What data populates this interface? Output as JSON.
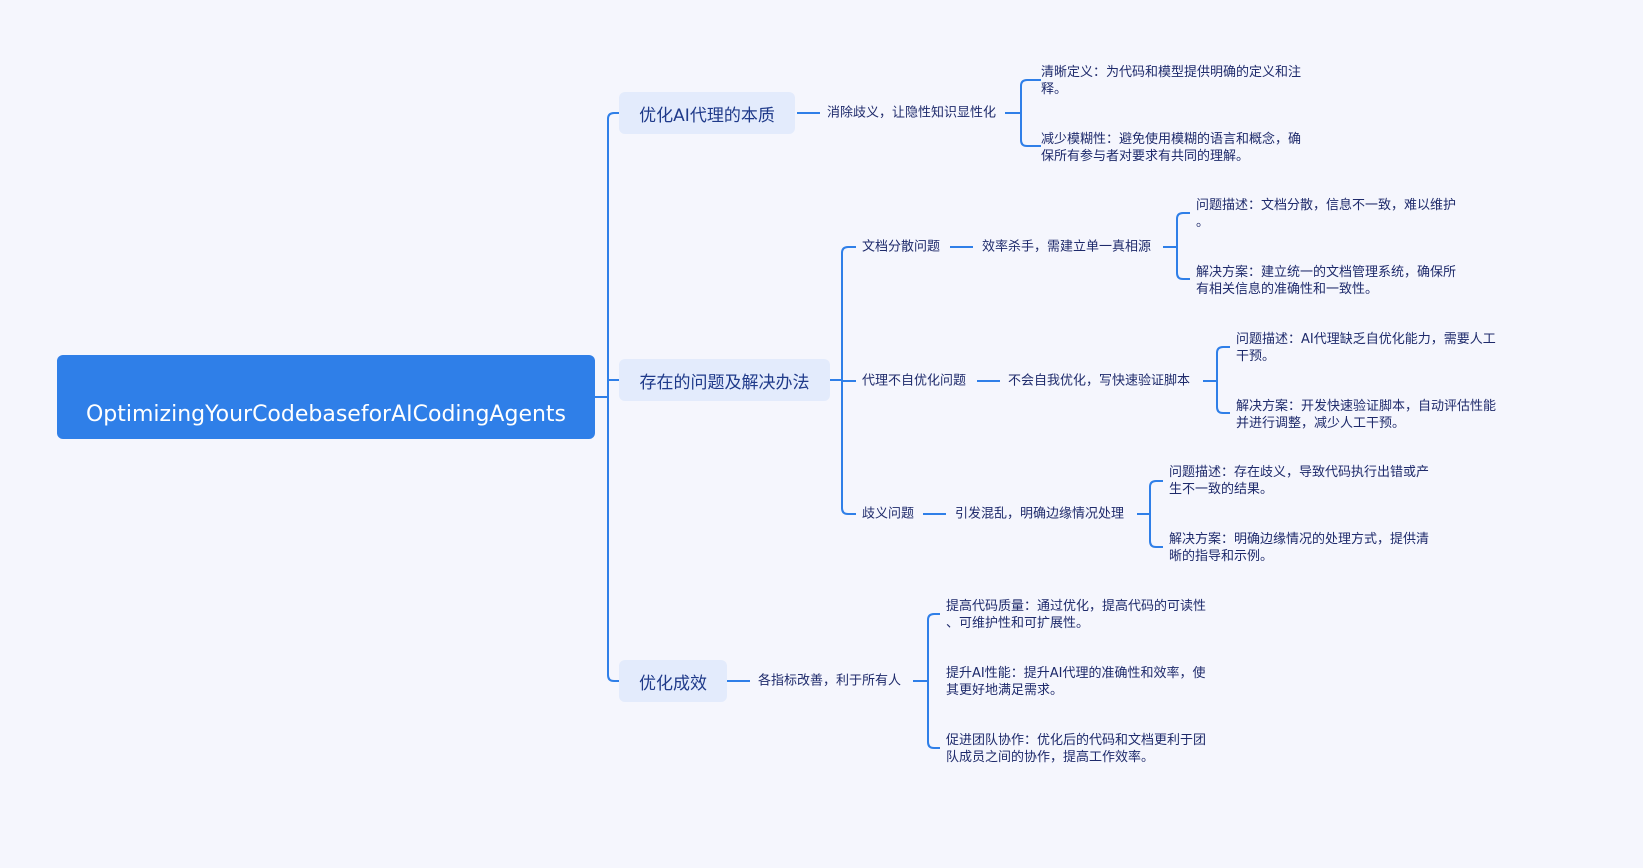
{
  "root": "OptimizingYourCodebaseforAICodingAgents",
  "branches": [
    {
      "label": "优化AI代理的本质",
      "summary": "消除歧义，让隐性知识显性化",
      "leaves": [
        "清晰定义：为代码和模型提供明确的定义和注\n释。",
        "减少模糊性：避免使用模糊的语言和概念，确\n保所有参与者对要求有共同的理解。"
      ]
    },
    {
      "label": "存在的问题及解决办法",
      "children": [
        {
          "label": "文档分散问题",
          "summary": "效率杀手，需建立单一真相源",
          "leaves": [
            "问题描述：文档分散，信息不一致，难以维护\n。",
            "解决方案：建立统一的文档管理系统，确保所\n有相关信息的准确性和一致性。"
          ]
        },
        {
          "label": "代理不自优化问题",
          "summary": "不会自我优化，写快速验证脚本",
          "leaves": [
            "问题描述：AI代理缺乏自优化能力，需要人工\n干预。",
            "解决方案：开发快速验证脚本，自动评估性能\n并进行调整，减少人工干预。"
          ]
        },
        {
          "label": "歧义问题",
          "summary": "引发混乱，明确边缘情况处理",
          "leaves": [
            "问题描述：存在歧义，导致代码执行出错或产\n生不一致的结果。",
            "解决方案：明确边缘情况的处理方式，提供清\n晰的指导和示例。"
          ]
        }
      ]
    },
    {
      "label": "优化成效",
      "summary": "各指标改善，利于所有人",
      "leaves": [
        "提高代码质量：通过优化，提高代码的可读性\n、可维护性和可扩展性。",
        "提升AI性能：提升AI代理的准确性和效率，使\n其更好地满足需求。",
        "促进团队协作：优化后的代码和文档更利于团\n队成员之间的协作，提高工作效率。"
      ]
    }
  ],
  "colors": {
    "line": "#2f7fe8",
    "root": "#2f7fe8",
    "node": "#e3ebfc",
    "background": "#f5f6fd"
  }
}
